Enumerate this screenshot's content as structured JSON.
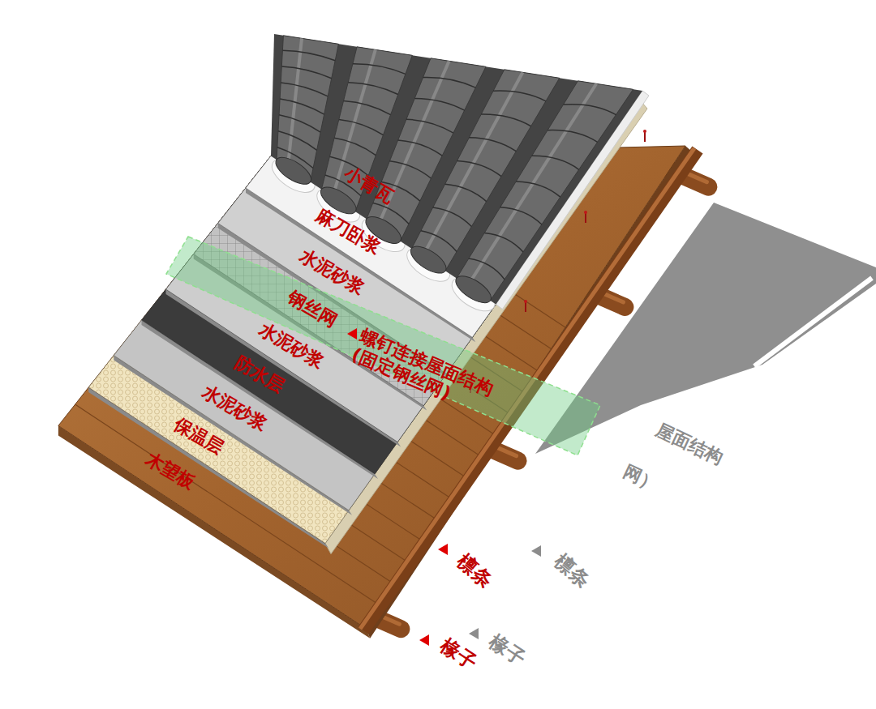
{
  "diagram": {
    "labels": [
      "小青瓦",
      "麻刀卧浆",
      "水泥砂浆",
      "钢丝网",
      "水泥砂浆",
      "防水层",
      "水泥砂浆",
      "保温层",
      "木望板",
      "螺钉连接屋面结构 (固定钢丝网)",
      "檩条",
      "椽子",
      "屋面结构",
      "网）",
      "檩条",
      "椽子"
    ]
  }
}
